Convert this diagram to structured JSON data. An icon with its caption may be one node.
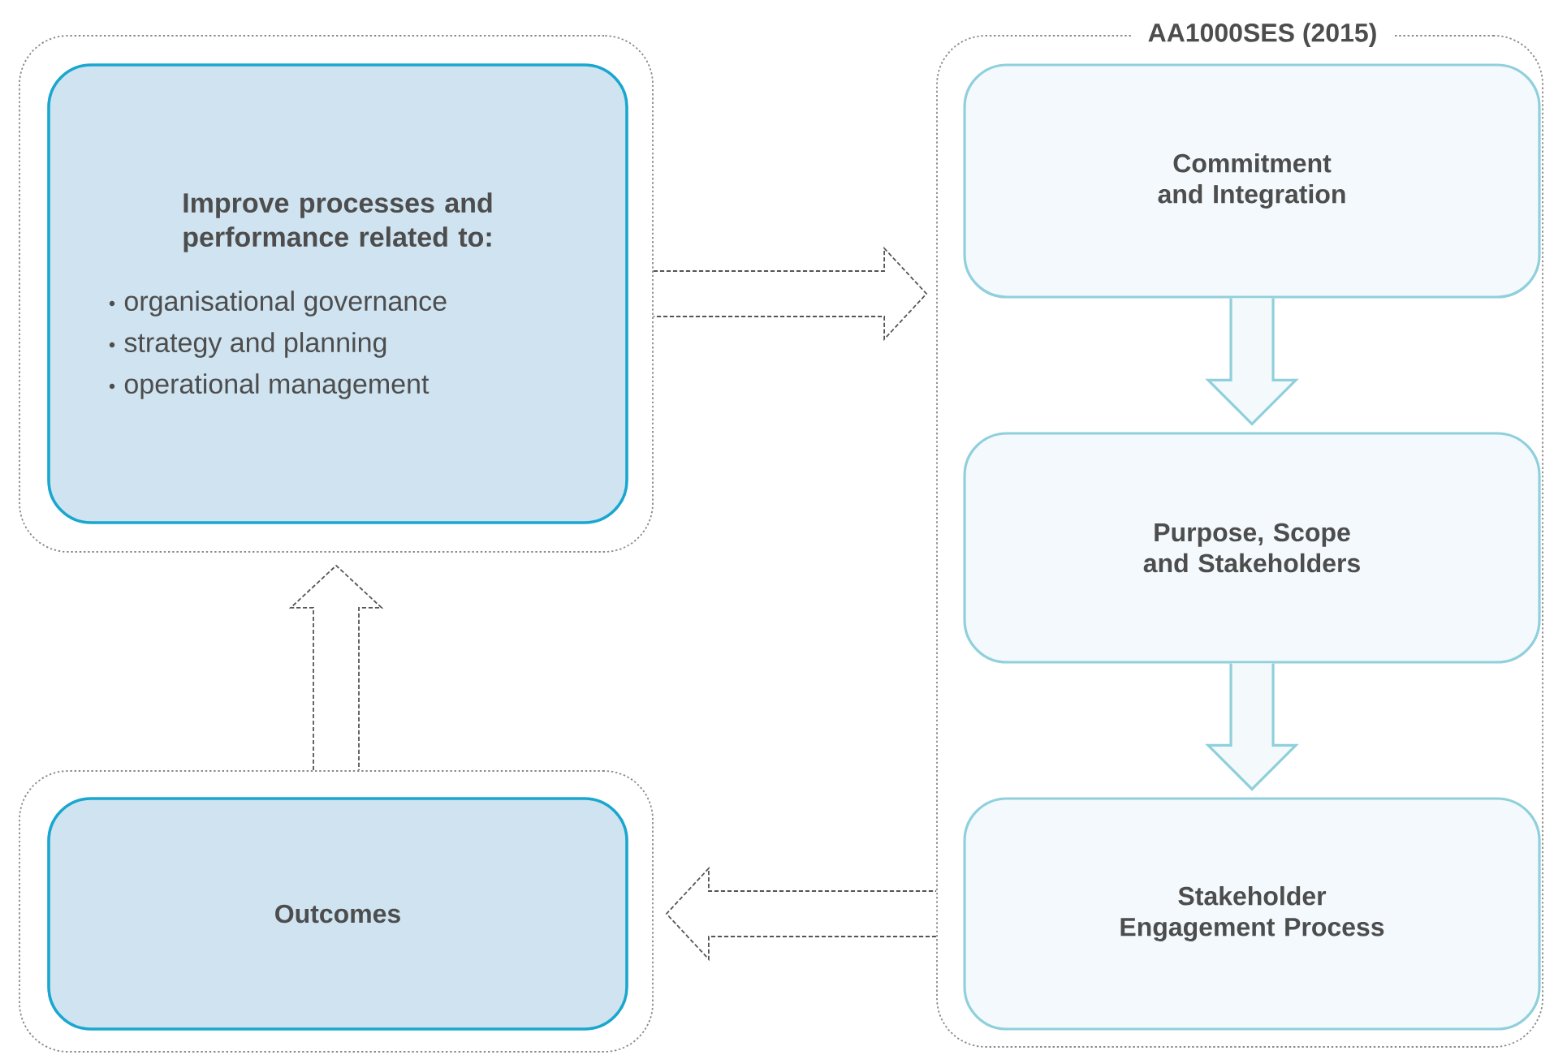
{
  "diagram": {
    "nodes": [
      {
        "text": [],
        "shape": "box"
      },
      {
        "text": [
          "Improve processes and performance related to:",
          "organisational governance",
          "strategy and planning",
          "operational management"
        ],
        "in": 0
      },
      {
        "text": [
          "AA1000SES (2015)"
        ]
      },
      {
        "text": [
          "Commitment and Integration"
        ],
        "in": 2
      },
      {
        "text": [
          "Purpose, Scope and Stakeholders"
        ],
        "in": 2
      },
      {
        "text": [
          "Stakeholder Engagement Process"
        ],
        "in": 2
      },
      {
        "text": [],
        "shape": "box"
      },
      {
        "text": [
          "Outcomes"
        ],
        "in": 6
      }
    ],
    "edges": [
      {
        "from": 0,
        "to": 2,
        "arrow": "to",
        "style": "dashed"
      },
      {
        "from": 3,
        "to": 4,
        "arrow": "to",
        "color": "#8fd0dc"
      },
      {
        "from": 4,
        "to": 5,
        "arrow": "to",
        "color": "#8fd0dc"
      },
      {
        "from": 2,
        "to": 6,
        "arrow": "to",
        "style": "dashed"
      },
      {
        "from": 6,
        "to": 0,
        "arrow": "to",
        "style": "dashed"
      }
    ]
  }
}
